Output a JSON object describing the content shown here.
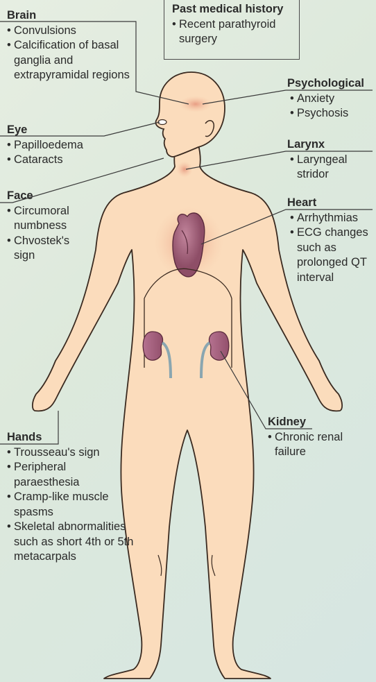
{
  "history": {
    "title": "Past medical history",
    "items": [
      "Recent parathyroid surgery"
    ]
  },
  "brain": {
    "title": "Brain",
    "items": [
      "Convulsions",
      "Calcification of basal ganglia and extrapyramidal regions"
    ]
  },
  "eye": {
    "title": "Eye",
    "items": [
      "Papilloedema",
      "Cataracts"
    ]
  },
  "face": {
    "title": "Face",
    "items": [
      "Circumoral numbness",
      "Chvostek's sign"
    ]
  },
  "hands": {
    "title": "Hands",
    "items": [
      "Trousseau's sign",
      "Peripheral paraesthesia",
      "Cramp-like muscle spasms",
      "Skeletal abnormalities such as short 4th or 5th metacarpals"
    ]
  },
  "psychological": {
    "title": "Psychological",
    "items": [
      "Anxiety",
      "Psychosis"
    ]
  },
  "larynx": {
    "title": "Larynx",
    "items": [
      "Laryngeal stridor"
    ]
  },
  "heart": {
    "title": "Heart",
    "items": [
      "Arrhythmias",
      "ECG changes such as prolonged QT interval"
    ]
  },
  "kidney": {
    "title": "Kidney",
    "items": [
      "Chronic renal failure"
    ]
  },
  "colors": {
    "skin": "#fbdcbc",
    "outline": "#3a2a20",
    "organ": "#a35f78",
    "glow": "#e9a48c",
    "line": "#3a3a3a"
  }
}
